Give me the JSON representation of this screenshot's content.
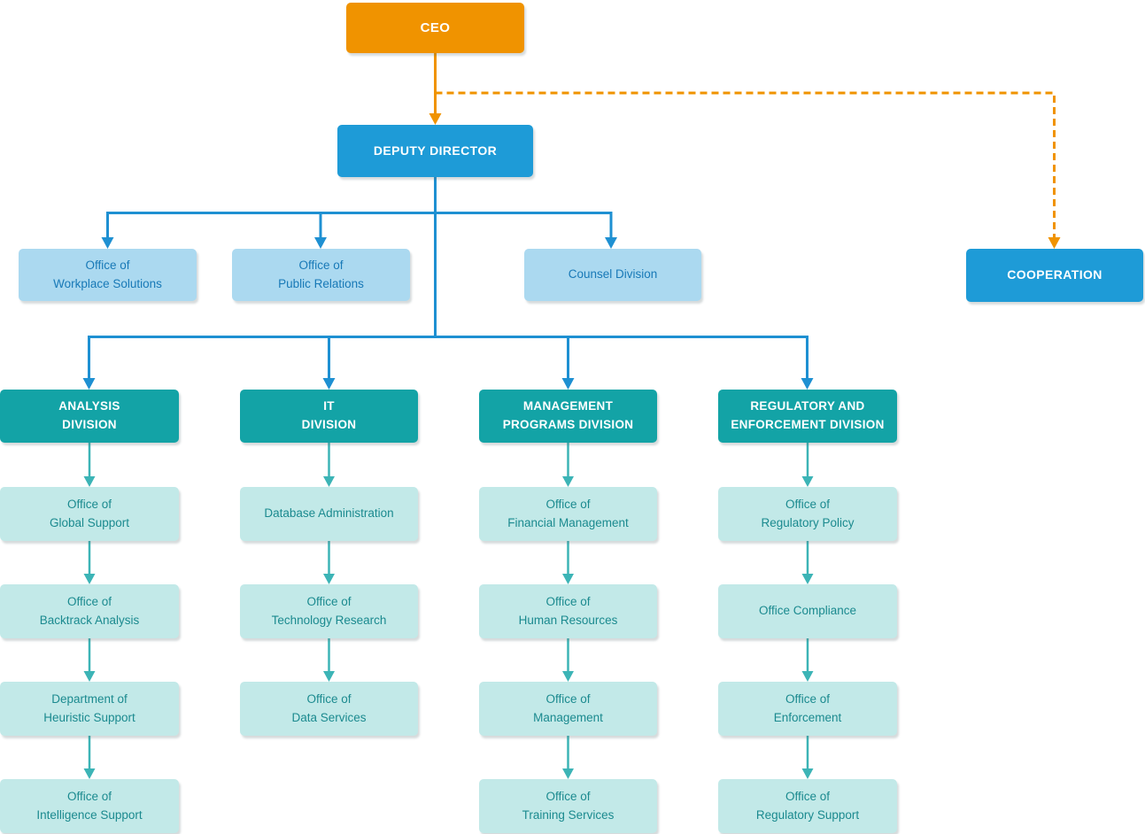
{
  "palette": {
    "bg": "#ffffff",
    "orange": "#F09300",
    "blue": "#1E9BD7",
    "blue-line": "#1E90D2",
    "light-blue": "#ABD9F0",
    "blue-text": "#1879B7",
    "teal": "#13A3A6",
    "teal-line": "#3CB4B6",
    "light-teal": "#C2E9E8",
    "teal-text": "#1B8A8F"
  },
  "nodes": {
    "ceo": {
      "label": "CEO"
    },
    "deputy_director": {
      "label": "DEPUTY DIRECTOR"
    },
    "workplace_solutions": {
      "label": "Office of\nWorkplace Solutions"
    },
    "public_relations": {
      "label": "Office of\nPublic Relations"
    },
    "counsel_division": {
      "label": "Counsel Division"
    },
    "cooperation": {
      "label": "COOPERATION"
    },
    "analysis_division": {
      "label": "ANALYSIS\nDIVISION"
    },
    "it_division": {
      "label": "IT\nDIVISION"
    },
    "management_programs_division": {
      "label": "MANAGEMENT\nPROGRAMS DIVISION"
    },
    "regulatory_enforcement_division": {
      "label": "REGULATORY AND\nENFORCEMENT DIVISION"
    },
    "global_support": {
      "label": "Office of\nGlobal Support"
    },
    "backtrack_analysis": {
      "label": "Office of\nBacktrack Analysis"
    },
    "heuristic_support": {
      "label": "Department of\nHeuristic Support"
    },
    "intelligence_support": {
      "label": "Office of\nIntelligence Support"
    },
    "database_administration": {
      "label": "Database Administration"
    },
    "technology_research": {
      "label": "Office of\nTechnology Research"
    },
    "data_services": {
      "label": "Office of\nData Services"
    },
    "financial_management": {
      "label": "Office of\nFinancial Management"
    },
    "human_resources": {
      "label": "Office of\nHuman Resources"
    },
    "office_management": {
      "label": "Office of\nManagement"
    },
    "training_services": {
      "label": "Office of\nTraining Services"
    },
    "regulatory_policy": {
      "label": "Office of\nRegulatory Policy"
    },
    "office_compliance": {
      "label": "Office Compliance"
    },
    "enforcement": {
      "label": "Office of\nEnforcement"
    },
    "regulatory_support": {
      "label": "Office of\nRegulatory Support"
    }
  }
}
